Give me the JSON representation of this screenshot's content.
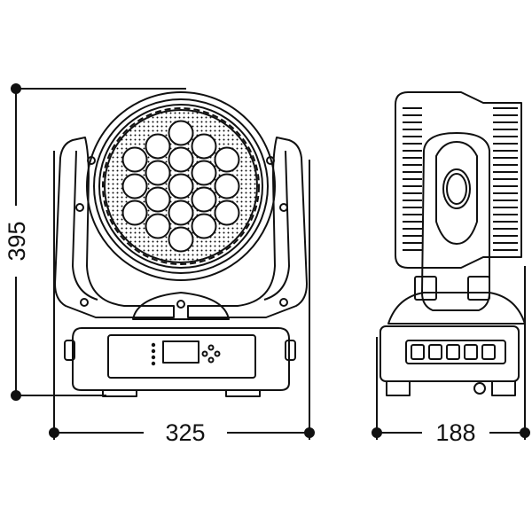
{
  "drawing": {
    "line_color": "#111111",
    "background": "#ffffff",
    "views": [
      "front-view",
      "side-view"
    ]
  },
  "dimensions": {
    "height": "395",
    "width_front": "325",
    "depth_side": "188"
  },
  "front_view": {
    "led_count": 19,
    "display_buttons": 4,
    "nav_buttons": 4
  },
  "side_view": {
    "connector_count": 5
  }
}
